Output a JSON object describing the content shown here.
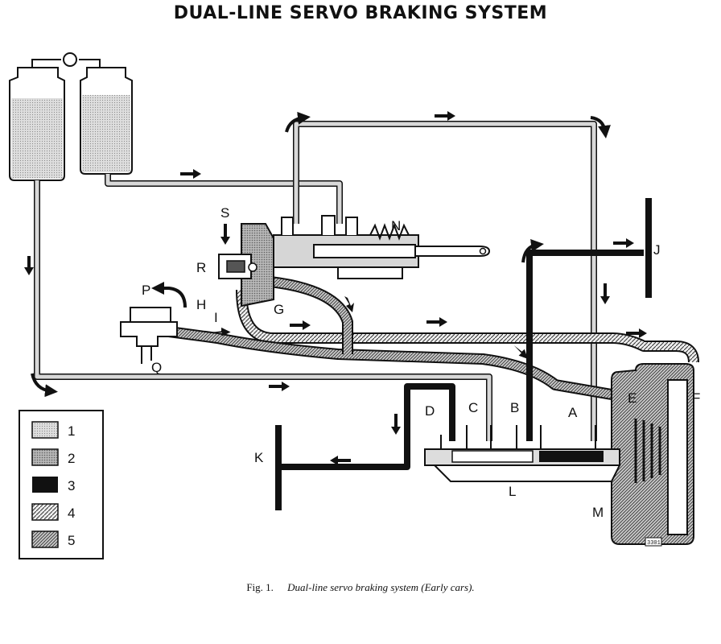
{
  "title": "DUAL-LINE SERVO BRAKING SYSTEM",
  "caption": {
    "figure": "Fig. 1.",
    "text": "Dual-line servo braking system",
    "note": "(Early cars)."
  },
  "labels": {
    "S": "S",
    "R": "R",
    "H": "H",
    "I": "I",
    "G": "G",
    "P": "P",
    "Q": "Q",
    "N": "N",
    "J": "J",
    "K": "K",
    "D": "D",
    "C": "C",
    "B": "B",
    "A": "A",
    "E": "E",
    "F": "F",
    "L": "L",
    "M": "M"
  },
  "key": [
    "1",
    "2",
    "3",
    "4",
    "5"
  ],
  "ref_number": "3301"
}
